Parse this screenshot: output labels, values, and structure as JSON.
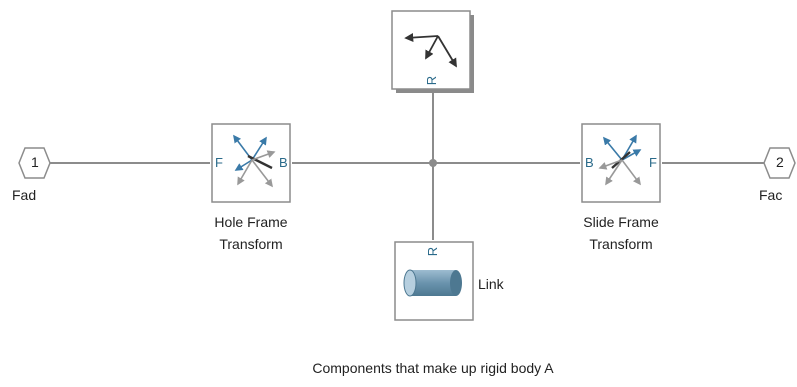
{
  "inport1": {
    "number": "1",
    "label": "Fad"
  },
  "inport2": {
    "number": "2",
    "label": "Fac"
  },
  "hole_frame": {
    "line1": "Hole Frame",
    "line2": "Transform",
    "port_left": "F",
    "port_right": "B"
  },
  "slide_frame": {
    "line1": "Slide Frame",
    "line2": "Transform",
    "port_left": "B",
    "port_right": "F"
  },
  "frame_block": {
    "port": "R"
  },
  "link_block": {
    "port": "R",
    "label": "Link"
  },
  "caption": "Components that make up rigid body A",
  "colors": {
    "line": "#8c8c8c",
    "block_border": "#8c8c8c",
    "port_text": "#2a6a8a",
    "cylinder": "#6a93ad"
  }
}
